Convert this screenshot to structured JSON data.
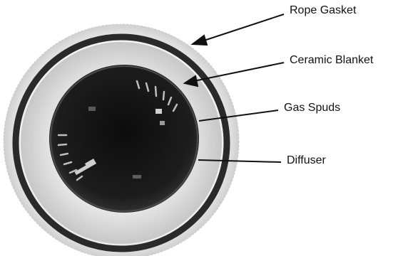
{
  "labels": {
    "rope_gasket": "Rope Gasket",
    "ceramic_blanket": "Ceramic Blanket",
    "gas_spuds": "Gas Spuds",
    "diffuser": "Diffuser"
  },
  "colors": {
    "background": "#ffffff",
    "gasket": "#2a2a2a",
    "blanket": "#f2f2f2",
    "diffuser": "#1c1c1c",
    "callout": "#111111"
  }
}
